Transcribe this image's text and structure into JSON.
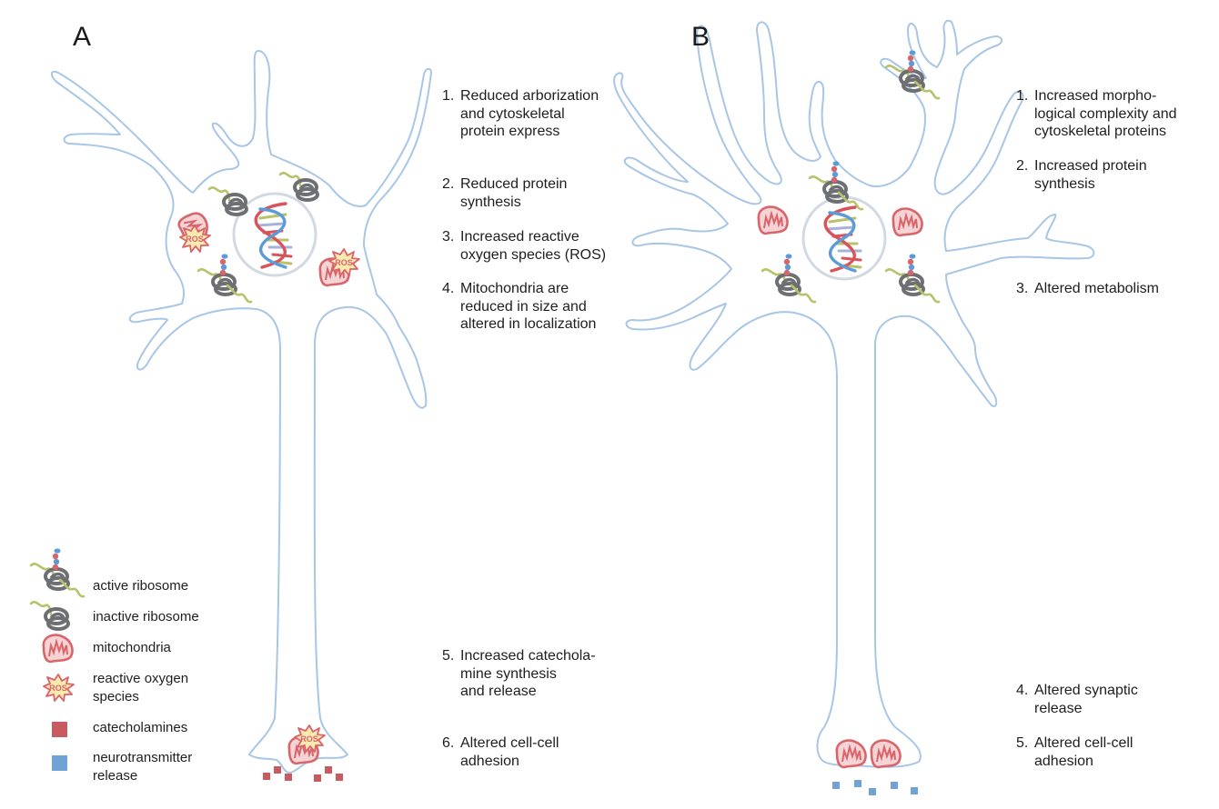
{
  "figure": {
    "panels": [
      {
        "id": "A",
        "label": "A",
        "notes": [
          {
            "num": "1.",
            "text": "Reduced arborization\nand cytoskeletal\nprotein express"
          },
          {
            "num": "2.",
            "text": "Reduced protein\nsynthesis"
          },
          {
            "num": "3.",
            "text": "Increased reactive\noxygen species (ROS)"
          },
          {
            "num": "4.",
            "text": "Mitochondria are\nreduced in size and\naltered in localization"
          },
          {
            "num": "5.",
            "text": "Increased catechola-\nmine synthesis\nand release"
          },
          {
            "num": "6.",
            "text": "Altered cell-cell\nadhesion"
          }
        ]
      },
      {
        "id": "B",
        "label": "B",
        "notes": [
          {
            "num": "1.",
            "text": "Increased morpho-\nlogical complexity and\ncytoskeletal proteins"
          },
          {
            "num": "2.",
            "text": "Increased protein\nsynthesis"
          },
          {
            "num": "3.",
            "text": "Altered metabolism"
          },
          {
            "num": "4.",
            "text": "Altered synaptic\nrelease"
          },
          {
            "num": "5.",
            "text": "Altered cell-cell\nadhesion"
          }
        ]
      }
    ],
    "legend": [
      {
        "icon": "active-ribosome-icon",
        "label": "active ribosome"
      },
      {
        "icon": "inactive-ribosome-icon",
        "label": "inactive ribosome"
      },
      {
        "icon": "mitochondria-icon",
        "label": "mitochondria"
      },
      {
        "icon": "ros-icon",
        "label": "reactive oxygen\nspecies"
      },
      {
        "icon": "catecholamine-icon",
        "label": "catecholamines"
      },
      {
        "icon": "neurotransmitter-icon",
        "label": "neurotransmitter\nrelease"
      }
    ],
    "ros_badge_text": "ROS",
    "colors": {
      "membrane": "#a8c6e6",
      "nucleus": "#d3d9e2",
      "mitochondria": "#d9646a",
      "ros_fill": "#fbeab0",
      "ribosome": "#6e6f72",
      "mrna": "#b8c26a",
      "catecholamine": "#c85a62",
      "neurotransmitter": "#6fa3d8",
      "dna_red": "#d9545a",
      "dna_blue": "#5b9bd8"
    }
  }
}
